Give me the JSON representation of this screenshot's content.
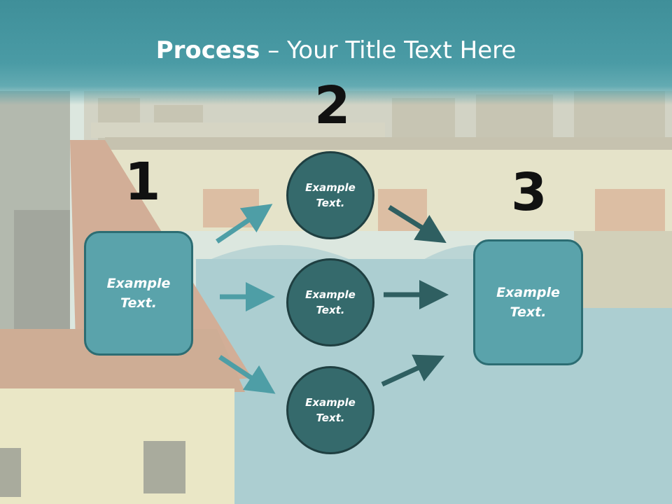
{
  "title": {
    "strong": "Process",
    "rest": " – Your Title Text Here"
  },
  "steps": {
    "n1": "1",
    "n2": "2",
    "n3": "3"
  },
  "nodes": {
    "left_box": "Example\nText.",
    "circle_top": "Example\nText.",
    "circle_mid": "Example\nText.",
    "circle_bottom": "Example\nText.",
    "right_box": "Example\nText."
  },
  "colors": {
    "title_bar": "#4a9ba5",
    "box_fill": "#5aa3ab",
    "box_border": "#2c6d73",
    "circle_fill": "#356a6c",
    "circle_border": "#1f3f41",
    "arrow_light": "#4e9ea6",
    "arrow_dark": "#2f5f61"
  }
}
